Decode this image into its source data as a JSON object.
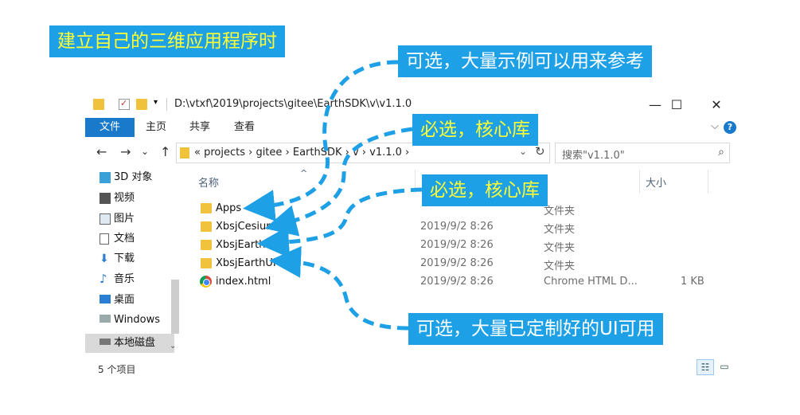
{
  "callouts": {
    "title": "建立自己的三维应用程序时",
    "apps": "可选，大量示例可以用来参考",
    "cesium": "必选，核心库",
    "earth": "必选，核心库",
    "ui": "可选，大量已定制好的UI可用"
  },
  "window": {
    "path": "D:\\vtxf\\2019\\projects\\gitee\\EarthSDK\\v\\v1.1.0",
    "minimize": "—",
    "maximize": "☐",
    "close": "✕"
  },
  "ribbon": {
    "file": "文件",
    "home": "主页",
    "share": "共享",
    "view": "查看",
    "collapse": "⌵",
    "help": "?"
  },
  "nav": {
    "back": "←",
    "forward": "→",
    "recent": "⌄",
    "up": "↑",
    "address": "« projects › gitee › EarthSDK › v › v1.1.0 ›",
    "address_drop": "⌄",
    "refresh": "↻",
    "search_placeholder": "搜索\"v1.1.0\"",
    "search_icon": "⌕"
  },
  "sidebar": {
    "items": [
      {
        "label": "3D 对象",
        "icon": "3d-objects-icon"
      },
      {
        "label": "视频",
        "icon": "video-icon"
      },
      {
        "label": "图片",
        "icon": "pictures-icon"
      },
      {
        "label": "文档",
        "icon": "documents-icon"
      },
      {
        "label": "下载",
        "icon": "downloads-icon"
      },
      {
        "label": "音乐",
        "icon": "music-icon"
      },
      {
        "label": "桌面",
        "icon": "desktop-icon"
      },
      {
        "label": "Windows",
        "icon": "windows-drive-icon"
      },
      {
        "label": "本地磁盘",
        "icon": "local-disk-icon"
      }
    ],
    "scroll_down": "⌄"
  },
  "columns": {
    "name": "名称",
    "sort_arrow": "^",
    "size": "大小"
  },
  "files": [
    {
      "name": "Apps",
      "date": "",
      "type": "文件夹",
      "size": "",
      "icon": "folder"
    },
    {
      "name": "XbsjCesium",
      "date": "2019/9/2 8:26",
      "type": "文件夹",
      "size": "",
      "icon": "folder"
    },
    {
      "name": "XbsjEarth",
      "date": "2019/9/2 8:26",
      "type": "文件夹",
      "size": "",
      "icon": "folder"
    },
    {
      "name": "XbsjEarthUI",
      "date": "2019/9/2 8:26",
      "type": "文件夹",
      "size": "",
      "icon": "folder"
    },
    {
      "name": "index.html",
      "date": "2019/9/2 8:26",
      "type": "Chrome HTML D...",
      "size": "1 KB",
      "icon": "chrome"
    }
  ],
  "status": {
    "count": "5 个项目",
    "details_view": "☷",
    "thumb_view": "▭"
  },
  "colors": {
    "callout_bg": "#1ea0e6",
    "callout_yellow": "#ffff33",
    "file_tab": "#1979ca",
    "folder": "#f1c33d"
  }
}
